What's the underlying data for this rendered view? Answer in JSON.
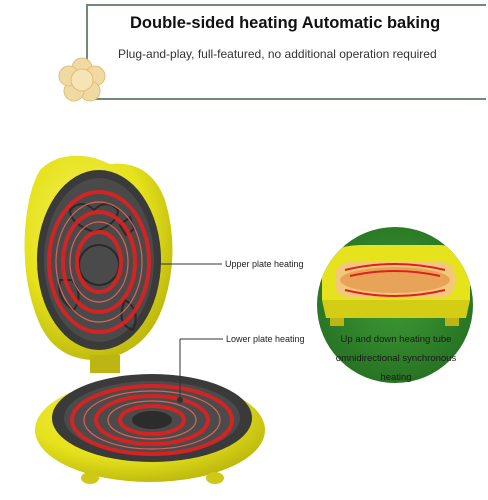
{
  "header": {
    "title": "Double-sided heating  Automatic baking",
    "subtitle": "Plug-and-play, full-featured, no additional operation required"
  },
  "callouts": {
    "upper": "Upper plate heating",
    "lower": "Lower plate heating"
  },
  "detail": {
    "line1": "Up and down heating tube",
    "line2": "omnidirectional synchronous",
    "line3": "heating"
  },
  "colors": {
    "appliance_yellow": "#e6e21c",
    "plate_dark": "#3a3a3a",
    "heat_red": "#e02020",
    "circle_green": "#2f8a2a",
    "frame_line": "#6f8b73"
  }
}
